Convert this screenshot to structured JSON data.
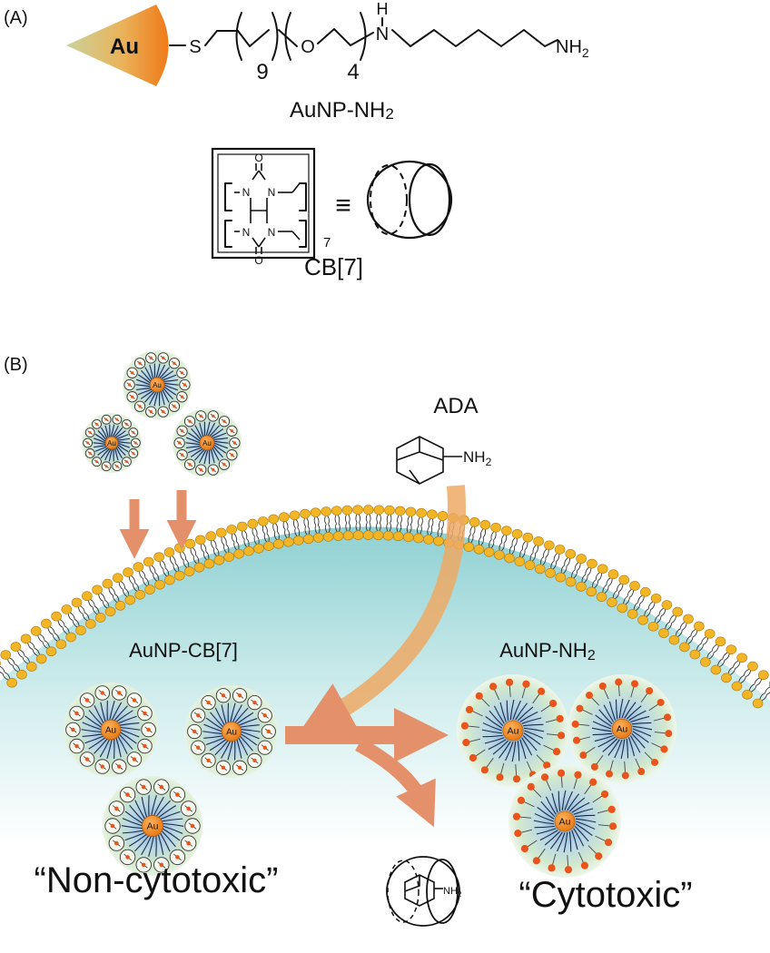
{
  "panel_a": {
    "label": "(A)",
    "au_label": "Au",
    "structure": {
      "sulfur": "S",
      "repeat_alkyl": "9",
      "oxygen": "O",
      "repeat_peg": "4",
      "amine_h": "H",
      "amine_n": "N",
      "terminal_amine": "NH",
      "terminal_amine_sub": "2"
    },
    "caption": "AuNP-NH",
    "caption_sub": "2",
    "cb7": {
      "atom_n": "N",
      "atom_o": "O",
      "repeat": "7",
      "name": "CB[7]",
      "equiv": "≡"
    }
  },
  "panel_b": {
    "label": "(B)",
    "ada_label": "ADA",
    "ada_amine": "NH",
    "ada_amine_sub": "2",
    "left_state": "AuNP-CB[7]",
    "right_state": "AuNP-NH",
    "right_state_sub": "2",
    "left_effect": "“Non-cytotoxic”",
    "right_effect": "“Cytotoxic”",
    "np_core": "Au",
    "complex_amine": "NH",
    "complex_amine_sub": "2"
  },
  "colors": {
    "gold_core": "#f28c1a",
    "gold_light": "#c9d39a",
    "arrow": "#e3906b",
    "membrane_head": "#f2b526",
    "membrane_tail": "#333333",
    "cytoplasm": "#a8dbdc",
    "shell": "#c7e3c0",
    "ligand_dot": "#e8541a"
  }
}
